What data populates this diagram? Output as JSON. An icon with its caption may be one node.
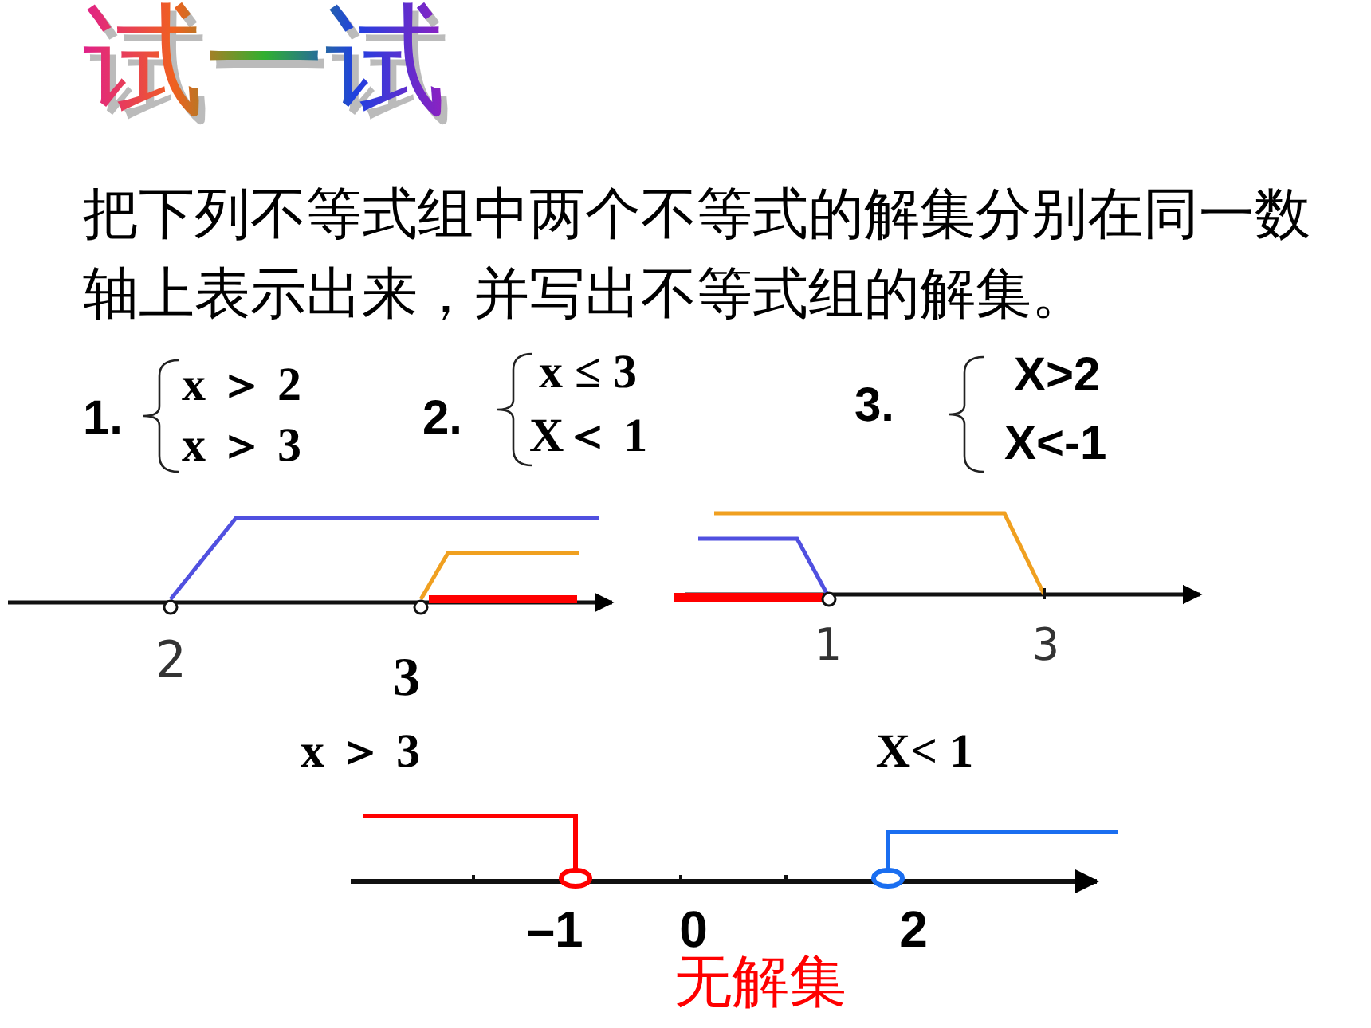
{
  "diagram": {
    "title": "试一试",
    "labels": [
      "把下列不等式组中两个不等式的解集分别在同一数轴上表示出来，并写出不等式组的解集。",
      "1.",
      "x ＞ 2",
      "x ＞ 3",
      "2.",
      "x ≤ 3",
      "X＜ 1",
      "3.",
      "X>2",
      "X<-1",
      "2",
      "3",
      "x ＞ 3",
      "1",
      "3",
      "X< 1",
      "–1",
      "0",
      "2",
      "无解集"
    ]
  }
}
